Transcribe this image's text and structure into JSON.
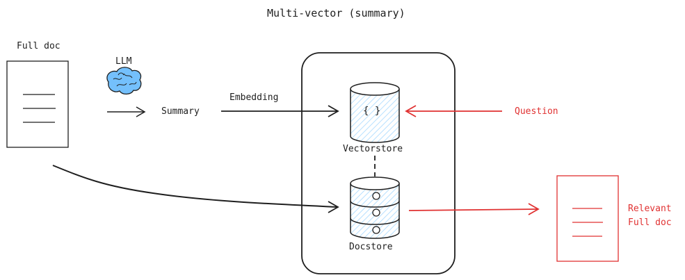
{
  "title": "Multi-vector (summary)",
  "labels": {
    "full_doc": "Full doc",
    "llm": "LLM",
    "summary": "Summary",
    "embedding": "Embedding",
    "vectorstore": "Vectorstore",
    "docstore": "Docstore",
    "question": "Question",
    "relevant_full_doc": "Relevant\nFull doc"
  },
  "icons": {
    "vectorstore_glyph": "{ }",
    "brain": "brain-icon"
  },
  "colors": {
    "ink": "#1e1e1e",
    "red": "#e03131",
    "cylinder_fill": "#a5d8ff",
    "brain_fill": "#74c0fc"
  }
}
